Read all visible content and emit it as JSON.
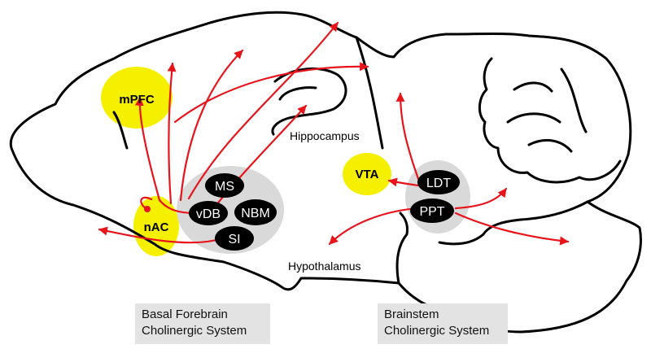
{
  "regions": {
    "mpfc": "mPFC",
    "nac": "nAC",
    "vta": "VTA",
    "ms": "MS",
    "vdb": "vDB",
    "nbm": "NBM",
    "si": "SI",
    "ldt": "LDT",
    "ppt": "PPT"
  },
  "labels": {
    "hippocampus": "Hippocampus",
    "hypothalamus": "Hypothalamus"
  },
  "captions": {
    "basal_forebrain": [
      "Basal Forebrain",
      "Cholinergic System"
    ],
    "brainstem": [
      "Brainstem",
      "Cholinergic System"
    ]
  },
  "colors": {
    "projection": "#e8141c",
    "target_region": "#f5f000",
    "nucleus": "#000000",
    "nucleus_group": "#d9d9d9",
    "caption_bg": "#e3e3e3"
  }
}
